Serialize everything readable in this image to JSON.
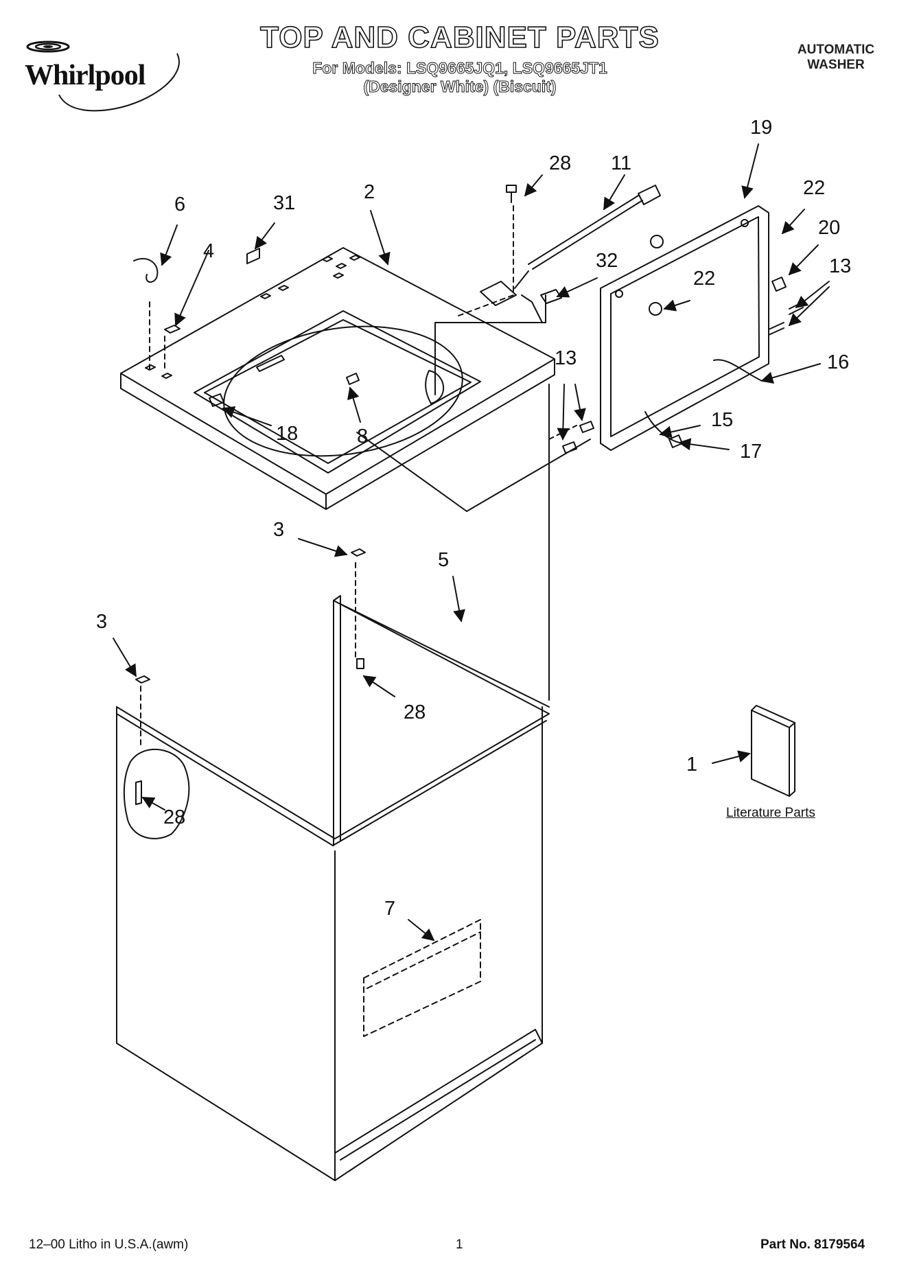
{
  "header": {
    "brand": "Whirlpool",
    "title": "TOP AND CABINET PARTS",
    "models_line": "For Models: LSQ9665JQ1, LSQ9665JT1",
    "variants_line": "(Designer White)  (Biscuit)",
    "product_type_line1": "AUTOMATIC",
    "product_type_line2": "WASHER"
  },
  "literature_caption": "Literature Parts",
  "callouts": {
    "c19": "19",
    "c28a": "28",
    "c11": "11",
    "c22a": "22",
    "c20": "20",
    "c6": "6",
    "c31": "31",
    "c2": "2",
    "c4": "4",
    "c32": "32",
    "c22b": "22",
    "c13a": "13",
    "c13b": "13",
    "c16": "16",
    "c15": "15",
    "c17": "17",
    "c18": "18",
    "c8": "8",
    "c3a": "3",
    "c5": "5",
    "c3b": "3",
    "c28b": "28",
    "c28c": "28",
    "c1": "1",
    "c7": "7"
  },
  "footer": {
    "left": "12–00 Litho in U.S.A.(awm)",
    "page": "1",
    "part_no": "Part No. 8179564"
  },
  "colors": {
    "ink": "#111111",
    "paper": "#ffffff"
  }
}
